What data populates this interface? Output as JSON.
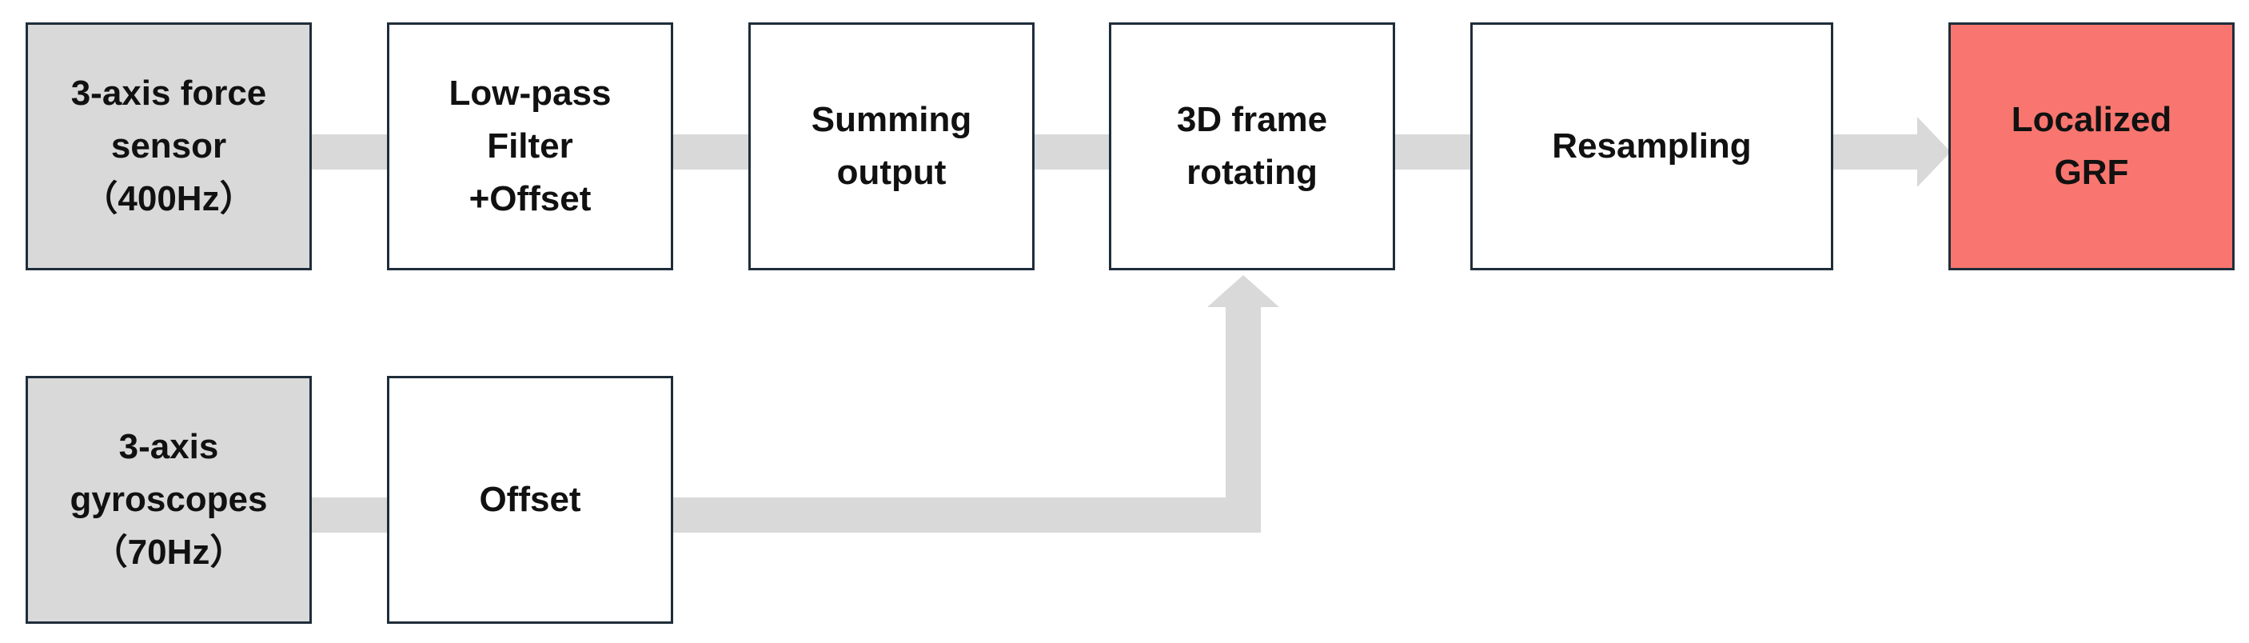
{
  "colors": {
    "border": "#1f2d3a",
    "input_fill": "#d9d9d9",
    "process_fill": "#ffffff",
    "output_fill": "#f8766f",
    "connector": "#d9d9d9"
  },
  "diagram": {
    "nodes": {
      "force_sensor": "3-axis force\nsensor\n（400Hz）",
      "lowpass_filter": "Low-pass\nFilter\n+Offset",
      "summing_output": "Summing\noutput",
      "frame_rotating": "3D frame\nrotating",
      "resampling": "Resampling",
      "localized_grf": "Localized\nGRF",
      "gyroscopes": "3-axis\ngyroscopes\n（70Hz）",
      "offset": "Offset"
    },
    "edges": [
      {
        "from": "force_sensor",
        "to": "lowpass_filter"
      },
      {
        "from": "lowpass_filter",
        "to": "summing_output"
      },
      {
        "from": "summing_output",
        "to": "frame_rotating"
      },
      {
        "from": "frame_rotating",
        "to": "resampling"
      },
      {
        "from": "resampling",
        "to": "localized_grf"
      },
      {
        "from": "gyroscopes",
        "to": "offset"
      },
      {
        "from": "offset",
        "to": "frame_rotating"
      }
    ]
  }
}
